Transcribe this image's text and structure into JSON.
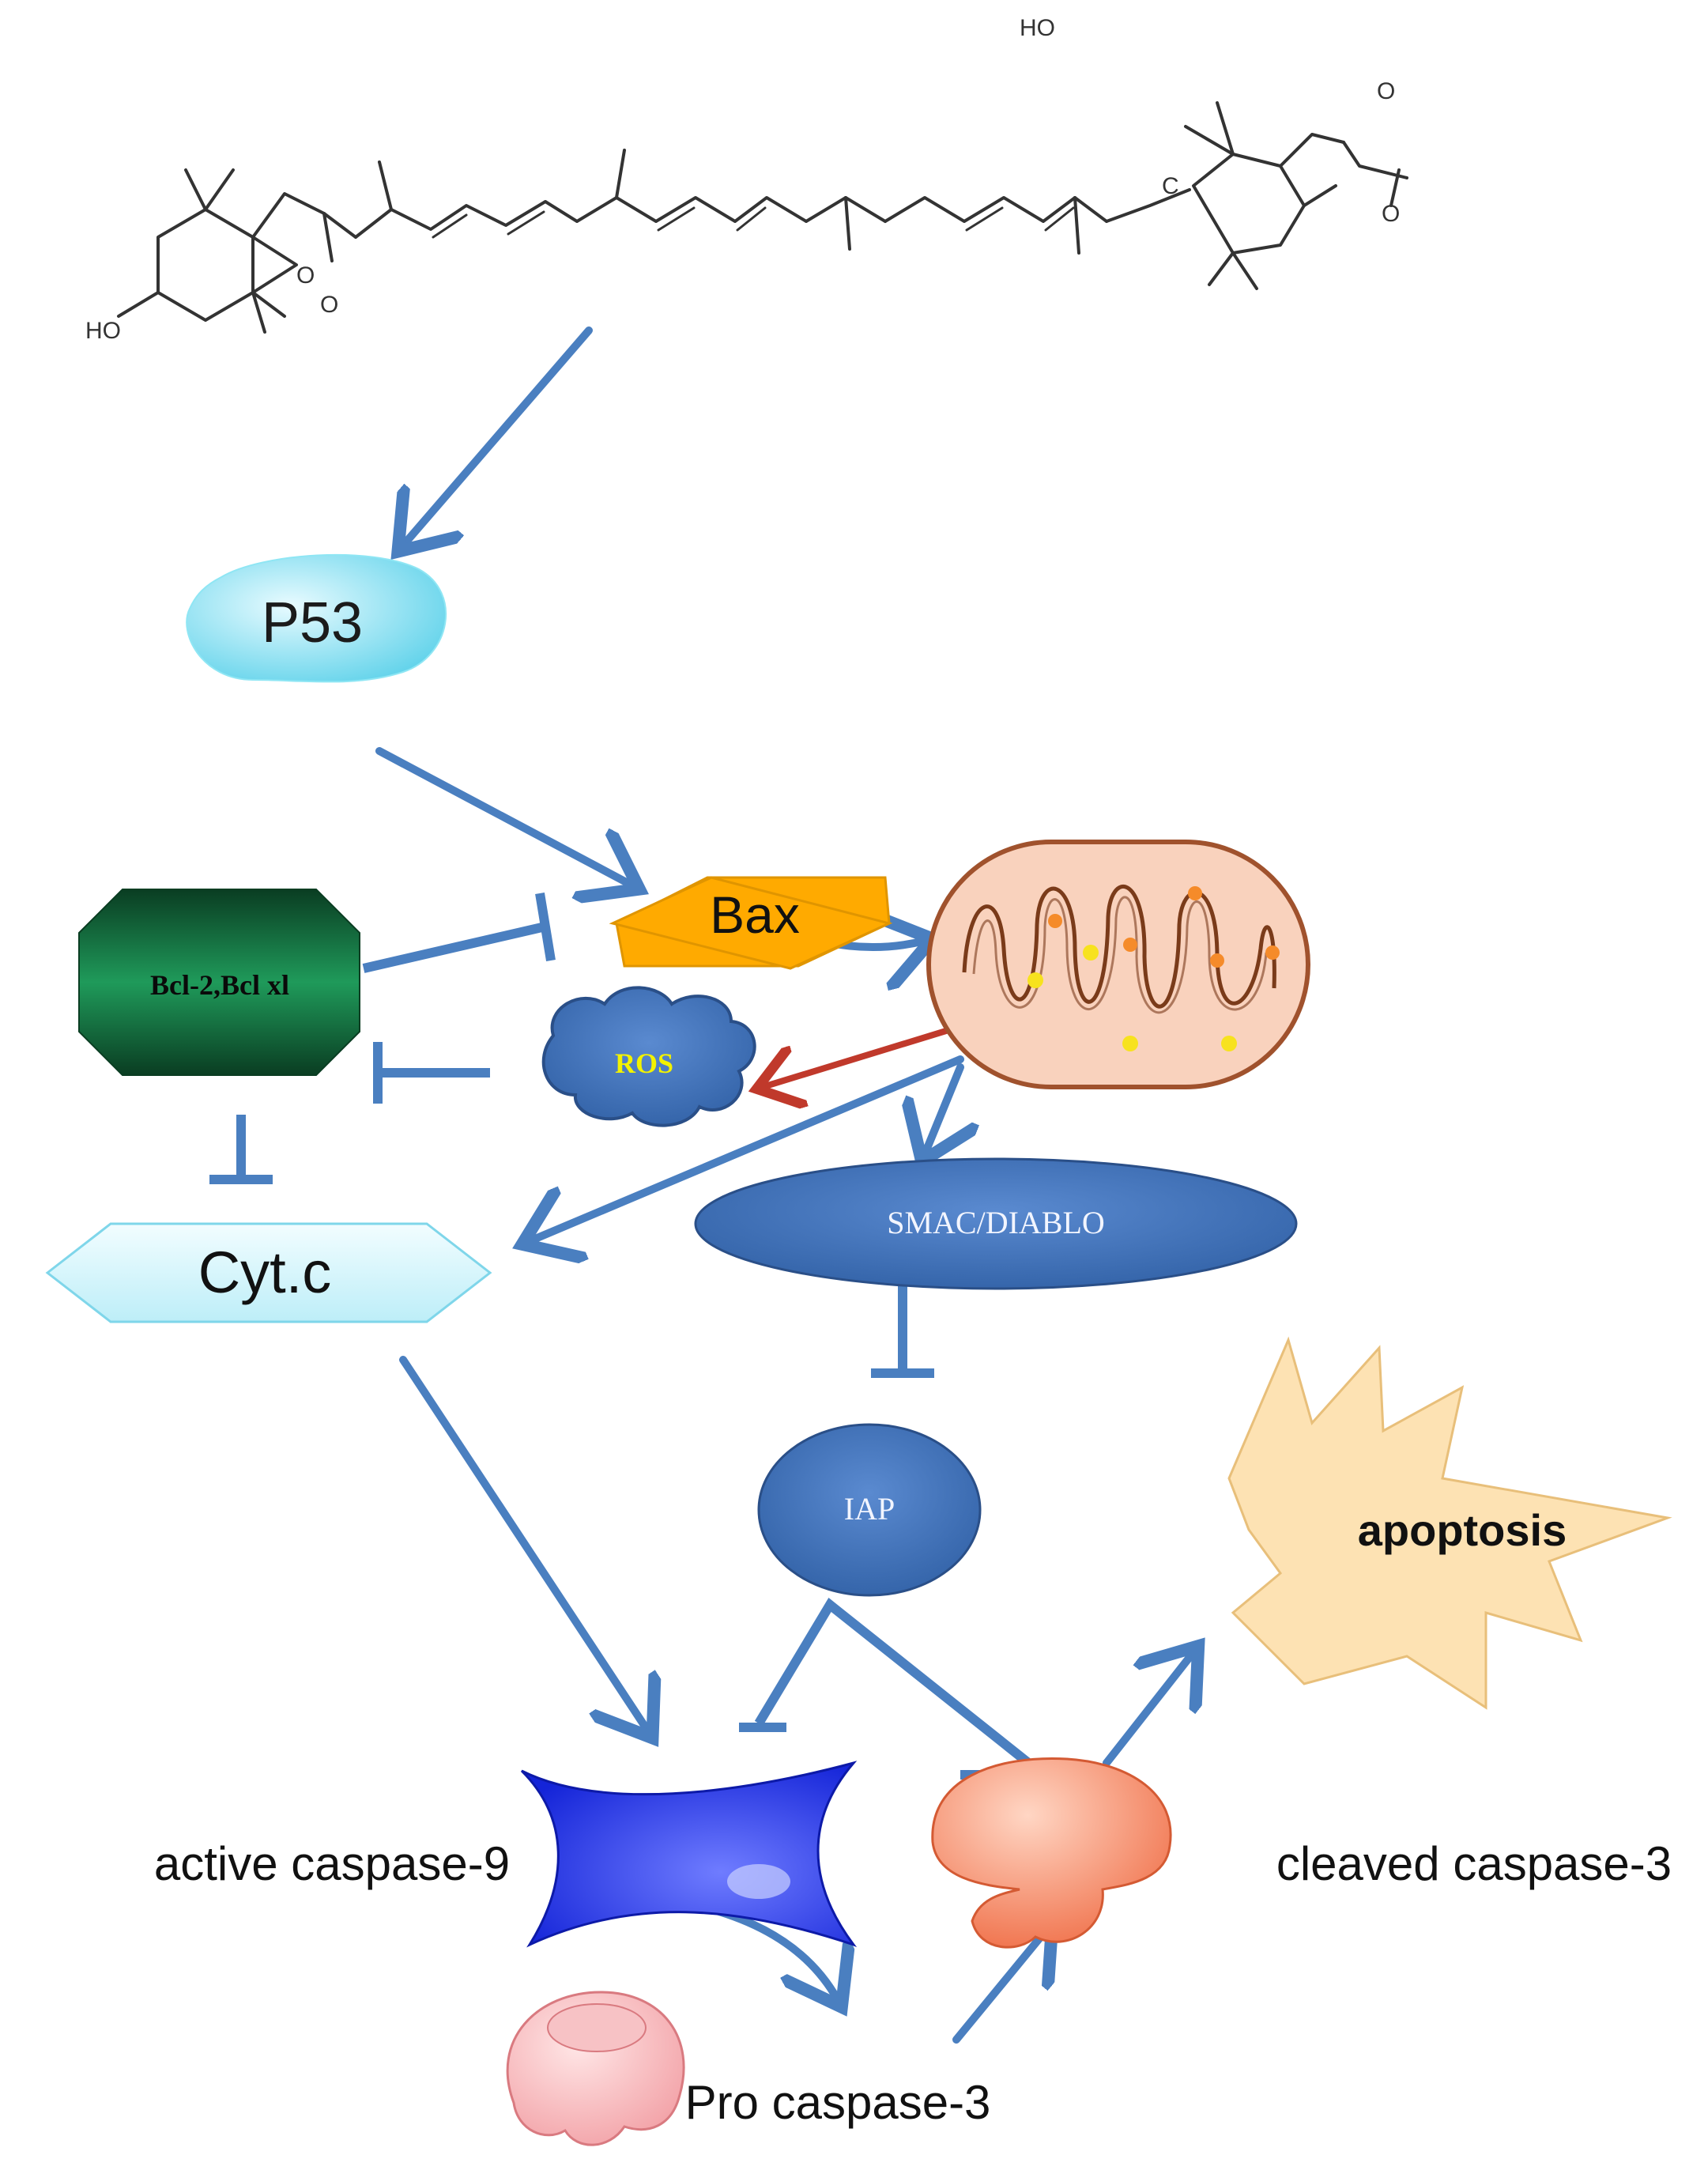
{
  "molecule": {
    "atom_labels": {
      "ho_left": "HO",
      "ho_top": "HO",
      "o_epoxide": "O",
      "o_ketone": "O",
      "o_ester": "O",
      "o_carbonyl": "O",
      "allene_c": "C"
    }
  },
  "nodes": {
    "p53": "P53",
    "bax": "Bax",
    "bcl2": "Bcl-2,Bcl  xl",
    "ros": "ROS",
    "cytc": "Cyt.c",
    "smac": "SMAC/DIABLO",
    "iap": "IAP",
    "apoptosis": "apoptosis",
    "active_casp9": "active caspase-9",
    "cleaved_casp3": "cleaved caspase-3",
    "pro_casp3": "Pro caspase-3"
  },
  "colors": {
    "arrow": "#4a7fc0",
    "ros_arrow": "#c0392b",
    "p53": "#7fe0f0",
    "bax": "#ffaa00",
    "bcl2": "#006b3c",
    "ros_cloud": "#4a78c2",
    "cytc": "#cdf3fb",
    "smac": "#3f73b8",
    "iap": "#3f73b8",
    "apoptosis_star": "#fde2b3",
    "caspase9": "#1a2fe0",
    "caspase3": "#f47a55",
    "pro_caspase3": "#f7b3b6",
    "mito": "#f9d2bd"
  },
  "icons": [
    "fucoxanthin-structure",
    "mitochondrion-icon"
  ]
}
